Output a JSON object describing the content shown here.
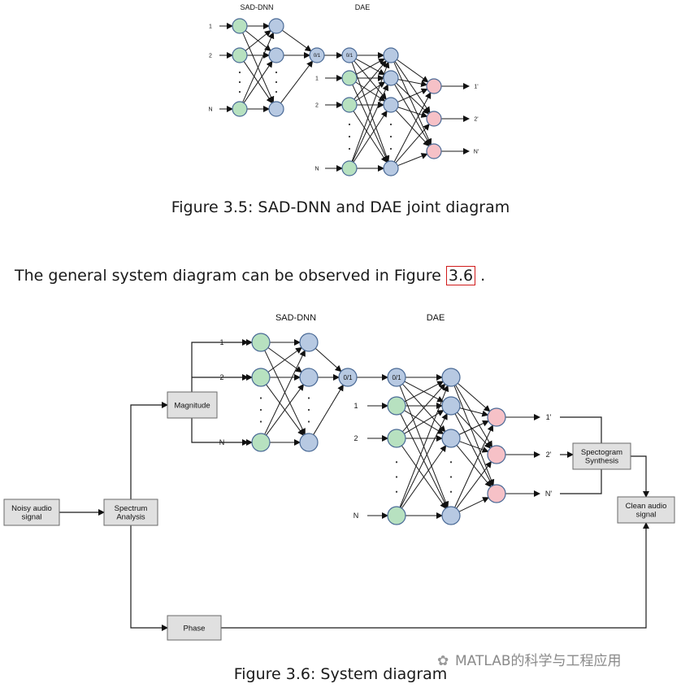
{
  "figure1": {
    "caption": "Figure 3.5: SAD-DNN and DAE joint diagram",
    "sad_title": "SAD-DNN",
    "dae_title": "DAE",
    "input_labels": [
      "1",
      "2",
      "N"
    ],
    "vad_label": "0/1",
    "dae_input_labels": [
      "1",
      "2",
      "N"
    ],
    "output_labels": [
      "1'",
      "2'",
      "N'"
    ]
  },
  "body_text": {
    "before": "The general system diagram can be observed in Figure ",
    "ref": "3.6",
    "after": " ."
  },
  "figure2": {
    "caption": "Figure 3.6: System diagram",
    "sad_title": "SAD-DNN",
    "dae_title": "DAE",
    "blocks": {
      "noisy": [
        "Noisy audio",
        "signal"
      ],
      "spectrum": [
        "Spectrum",
        "Analysis"
      ],
      "magnitude": [
        "Magnitude"
      ],
      "phase": [
        "Phase"
      ],
      "synthesis": [
        "Spectogram",
        "Synthesis"
      ],
      "clean": [
        "Clean audio",
        "signal"
      ]
    },
    "input_labels": [
      "1",
      "2",
      "N"
    ],
    "vad_label": "0/1",
    "dae_input_labels": [
      "1",
      "2",
      "N"
    ],
    "output_labels": [
      "1'",
      "2'",
      "N'"
    ]
  },
  "colors": {
    "green": "#b7e1c0",
    "blue": "#b7c9e2",
    "pink": "#f6c1c7",
    "box": "#e0e0e0"
  },
  "watermark": "MATLAB的科学与工程应用"
}
